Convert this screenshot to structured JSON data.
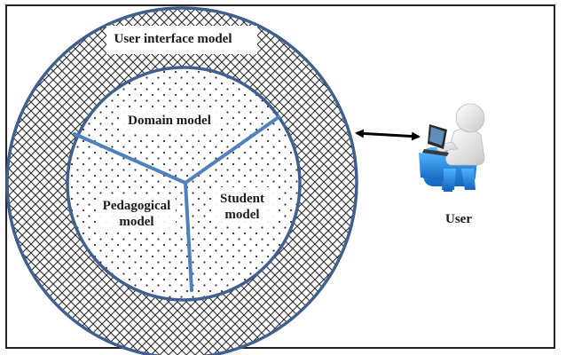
{
  "diagram": {
    "outer_ring_label": "User interface model",
    "domain_label": "Domain model",
    "pedagogical_label_line1": "Pedagogical",
    "pedagogical_label_line2": "model",
    "student_label_line1": "Student",
    "student_label_line2": "model",
    "user_label": "User"
  },
  "colors": {
    "circle_stroke": "#3f5f8f",
    "divider_stroke": "#4f81bd",
    "crosshatch": "#2b2b2b",
    "dots": "#333333",
    "arrow": "#000000",
    "user_seat": "#1e88e5"
  }
}
